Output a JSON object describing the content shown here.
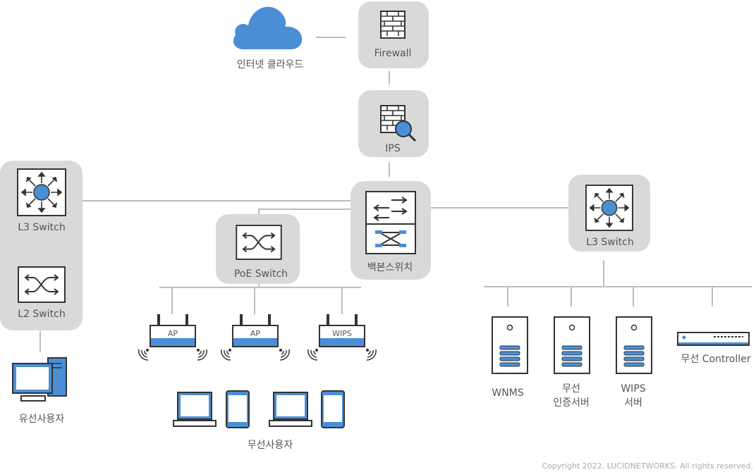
{
  "nodes": {
    "cloud": {
      "label": "인터넷 클라우드",
      "icon": "cloud-icon"
    },
    "firewall": {
      "label": "Firewall",
      "icon": "brick-wall-icon"
    },
    "ips": {
      "label": "IPS",
      "icon": "brick-wall-magnifier-icon"
    },
    "backbone": {
      "label": "백본스위치",
      "icon": "backbone-switch-icon"
    },
    "l3_left": {
      "label": "L3 Switch",
      "icon": "l3-switch-icon"
    },
    "l2": {
      "label": "L2 Switch",
      "icon": "l2-switch-icon"
    },
    "poe": {
      "label": "PoE Switch",
      "icon": "poe-switch-icon"
    },
    "l3_right": {
      "label": "L3 Switch",
      "icon": "l3-switch-icon"
    },
    "wired_users": {
      "label": "유선사용자",
      "icon": "desktop-pc-icon"
    },
    "wireless_users": {
      "label": "무선사용자",
      "icons": [
        "laptop-icon",
        "phone-icon",
        "laptop-icon",
        "phone-icon"
      ]
    },
    "access_points": [
      {
        "label": "AP"
      },
      {
        "label": "AP"
      },
      {
        "label": "WIPS"
      }
    ],
    "servers": [
      {
        "line1": "WNMS",
        "line2": ""
      },
      {
        "line1": "무선",
        "line2": "인증서버"
      },
      {
        "line1": "WIPS",
        "line2": "서버"
      }
    ],
    "controller": {
      "label": "무선 Controller"
    }
  },
  "colors": {
    "accent": "#4a8fd6",
    "box": "#d9d9d9",
    "line": "#bdbdbd"
  },
  "footer": {
    "copyright": "Copyright 2022. LUCIDNETWORKS. All rights reserved."
  }
}
